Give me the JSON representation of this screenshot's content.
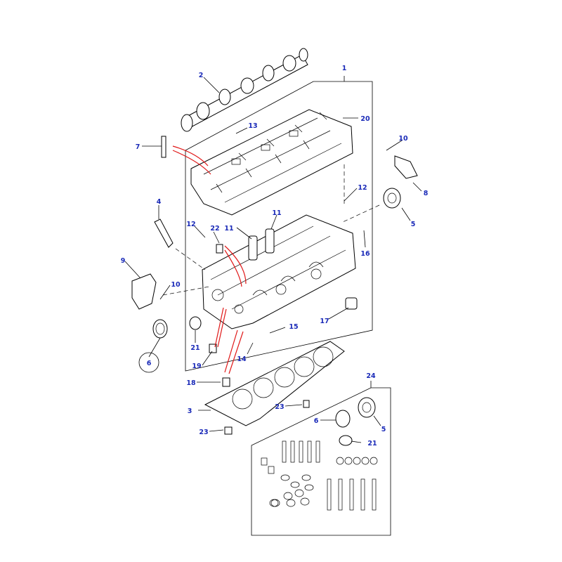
{
  "diagram": {
    "callouts": [
      {
        "id": "c1",
        "text": "1"
      },
      {
        "id": "c2",
        "text": "2"
      },
      {
        "id": "c3",
        "text": "3"
      },
      {
        "id": "c4",
        "text": "4"
      },
      {
        "id": "c5a",
        "text": "5"
      },
      {
        "id": "c5b",
        "text": "5"
      },
      {
        "id": "c6a",
        "text": "6"
      },
      {
        "id": "c6b",
        "text": "6"
      },
      {
        "id": "c7",
        "text": "7"
      },
      {
        "id": "c8",
        "text": "8"
      },
      {
        "id": "c9",
        "text": "9"
      },
      {
        "id": "c10a",
        "text": "10"
      },
      {
        "id": "c10b",
        "text": "10"
      },
      {
        "id": "c11a",
        "text": "11"
      },
      {
        "id": "c11b",
        "text": "11"
      },
      {
        "id": "c12a",
        "text": "12"
      },
      {
        "id": "c12b",
        "text": "12"
      },
      {
        "id": "c13",
        "text": "13"
      },
      {
        "id": "c14",
        "text": "14"
      },
      {
        "id": "c15",
        "text": "15"
      },
      {
        "id": "c16",
        "text": "16"
      },
      {
        "id": "c17",
        "text": "17"
      },
      {
        "id": "c18",
        "text": "18"
      },
      {
        "id": "c19",
        "text": "19"
      },
      {
        "id": "c20",
        "text": "20"
      },
      {
        "id": "c21a",
        "text": "21"
      },
      {
        "id": "c21b",
        "text": "21"
      },
      {
        "id": "c22",
        "text": "22"
      },
      {
        "id": "c23a",
        "text": "23"
      },
      {
        "id": "c23b",
        "text": "23"
      },
      {
        "id": "c24",
        "text": "24"
      }
    ],
    "highlighted_callout": "c6a",
    "colors": {
      "label": "#1a2ab8",
      "highlight_lines": "#e01818",
      "outline": "#000000"
    }
  }
}
